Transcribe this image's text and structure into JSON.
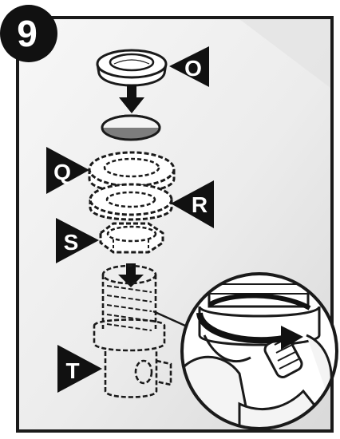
{
  "step": {
    "number": "9"
  },
  "callouts": {
    "o": "O",
    "q": "Q",
    "r": "R",
    "s": "S",
    "t": "T"
  },
  "colors": {
    "frame": "#1a1a1a",
    "panel_light": "#f2f2f2",
    "panel_shade": "#dcdcdc",
    "drain_hole": "#7d7d7d",
    "marker_fill": "#111111"
  },
  "icons": [
    "down-arrow-icon",
    "rotation-arrow-icon"
  ]
}
